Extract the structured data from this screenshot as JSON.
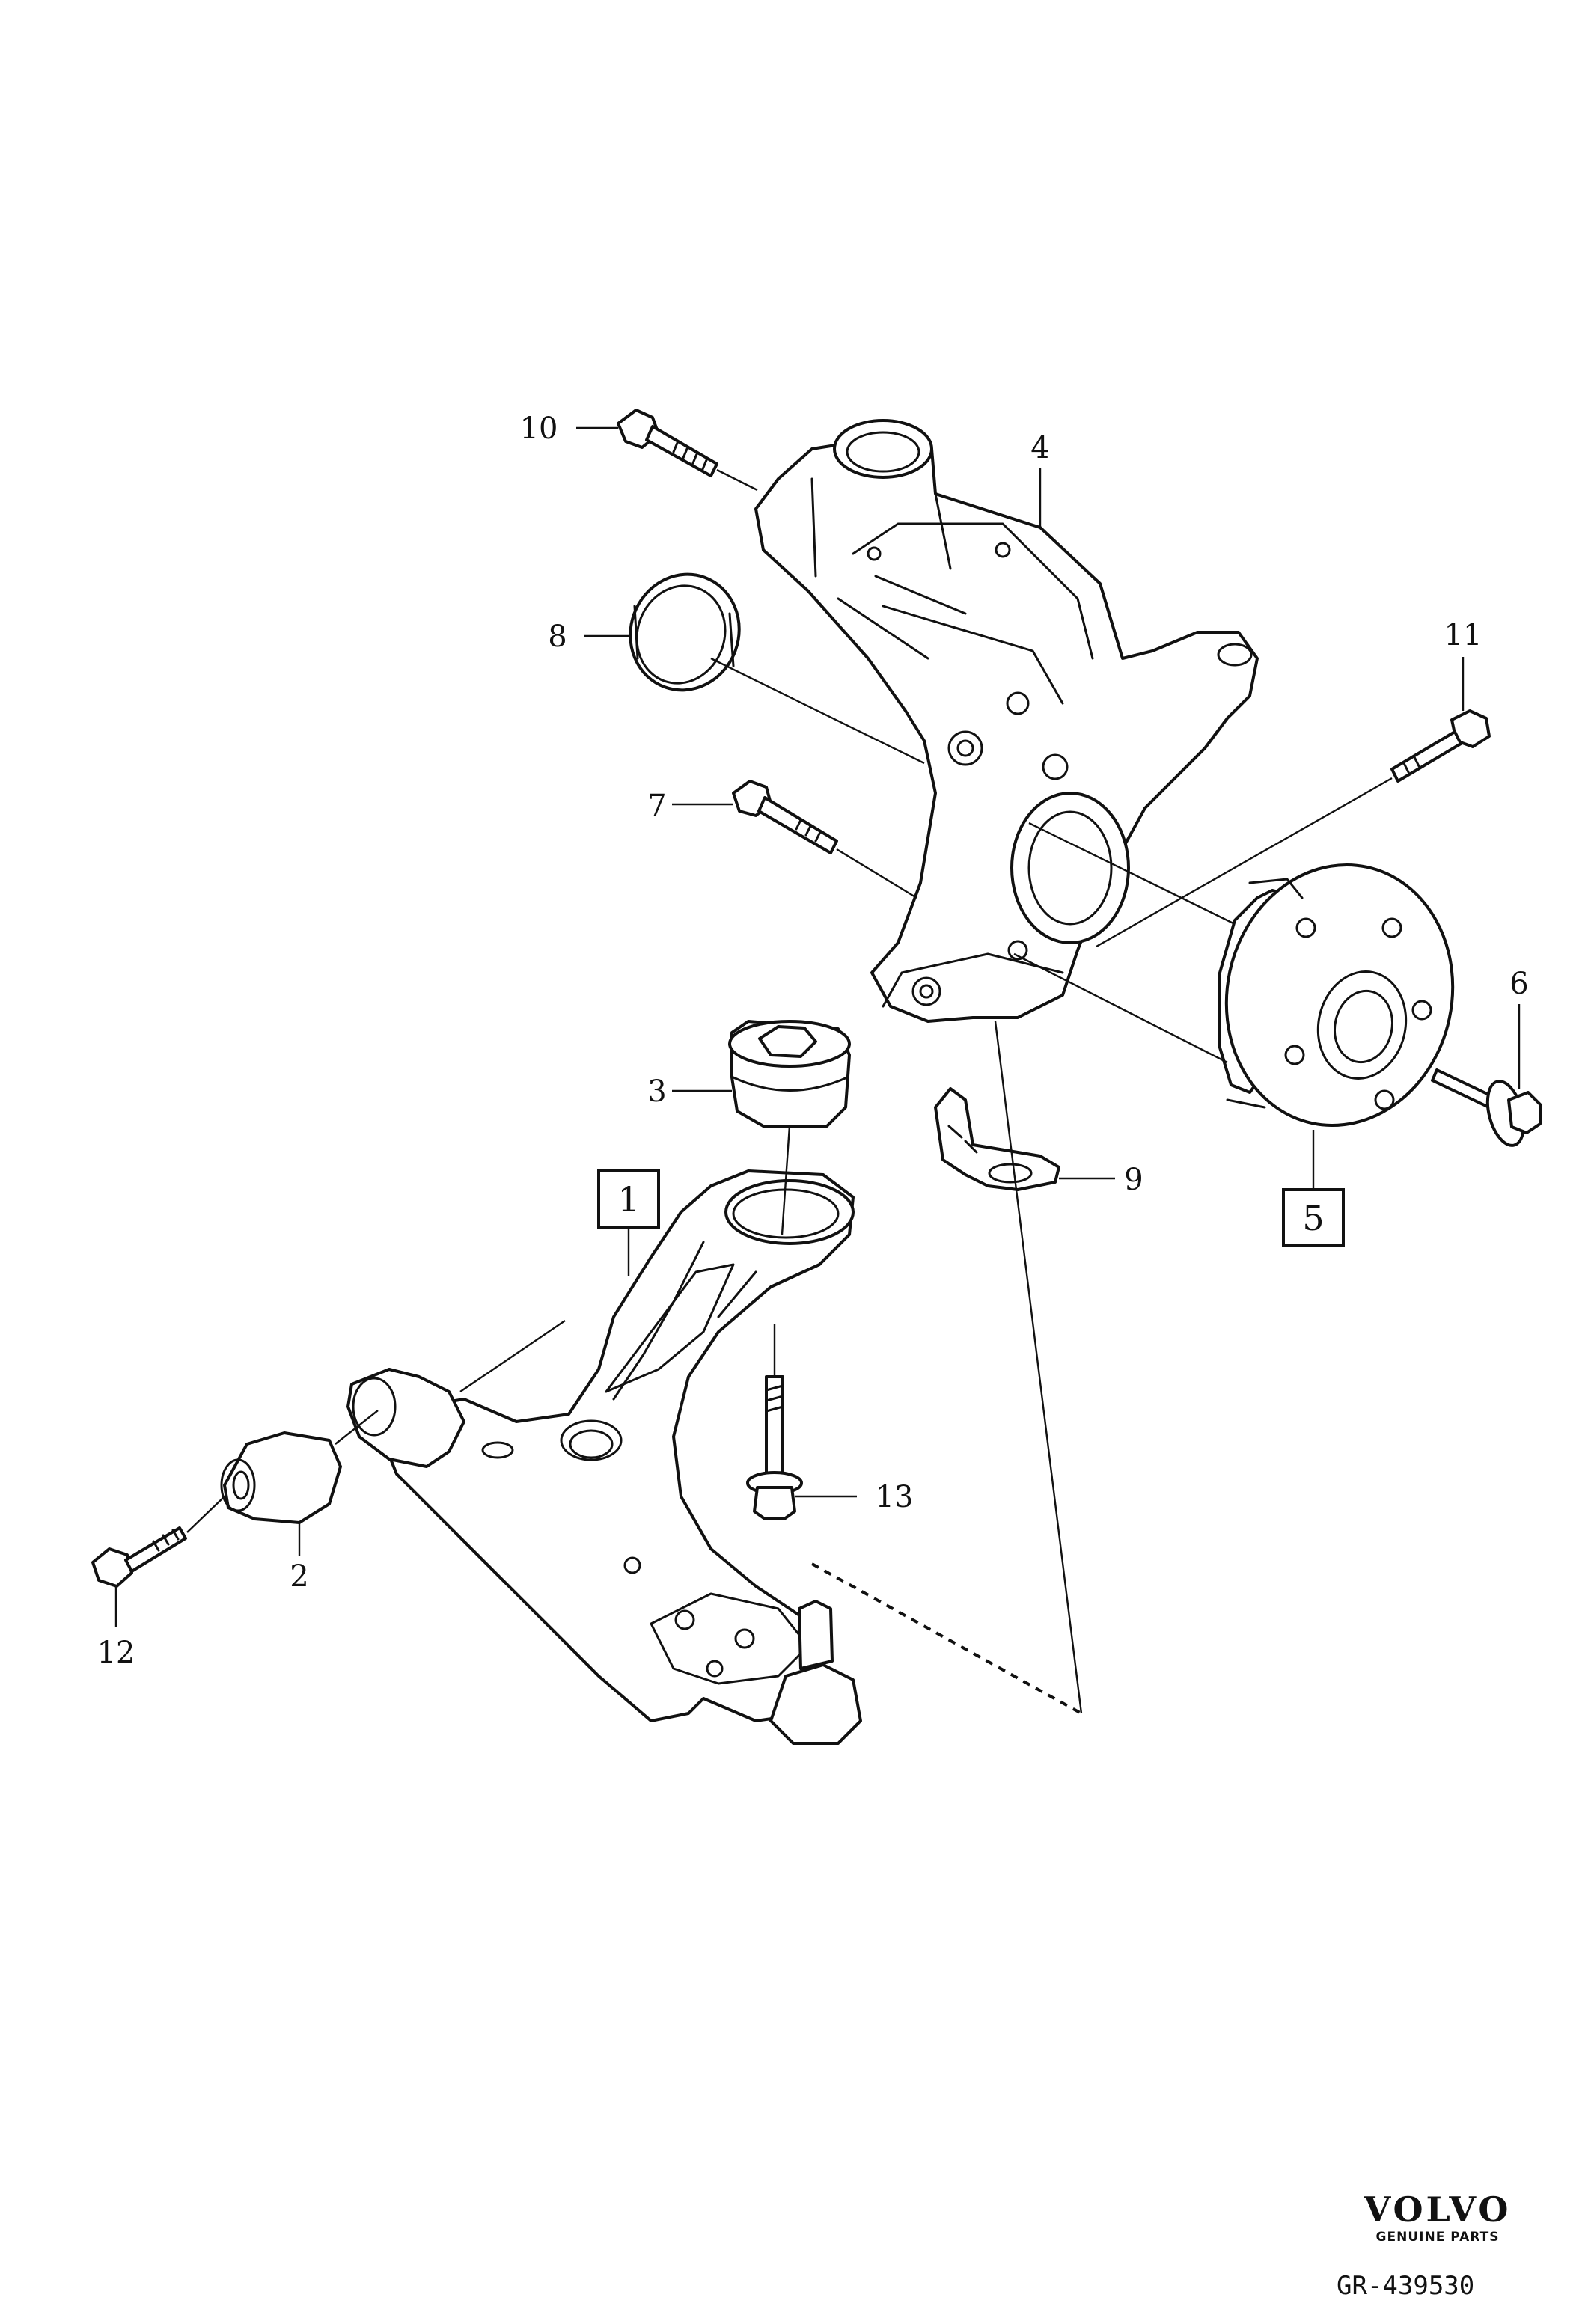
{
  "callouts": [
    {
      "id": "1",
      "label": "1",
      "boxed": true
    },
    {
      "id": "2",
      "label": "2",
      "boxed": false
    },
    {
      "id": "3",
      "label": "3",
      "boxed": false
    },
    {
      "id": "4",
      "label": "4",
      "boxed": false
    },
    {
      "id": "5",
      "label": "5",
      "boxed": true
    },
    {
      "id": "6",
      "label": "6",
      "boxed": false
    },
    {
      "id": "7",
      "label": "7",
      "boxed": false
    },
    {
      "id": "8",
      "label": "8",
      "boxed": false
    },
    {
      "id": "9",
      "label": "9",
      "boxed": false
    },
    {
      "id": "10",
      "label": "10",
      "boxed": false
    },
    {
      "id": "11",
      "label": "11",
      "boxed": false
    },
    {
      "id": "12",
      "label": "12",
      "boxed": false
    },
    {
      "id": "13",
      "label": "13",
      "boxed": false
    }
  ],
  "brand": {
    "name": "VOLVO",
    "subtitle": "GENUINE PARTS"
  },
  "drawing_ref": "GR-439530",
  "colors": {
    "line": "#111111",
    "background": "#ffffff"
  }
}
